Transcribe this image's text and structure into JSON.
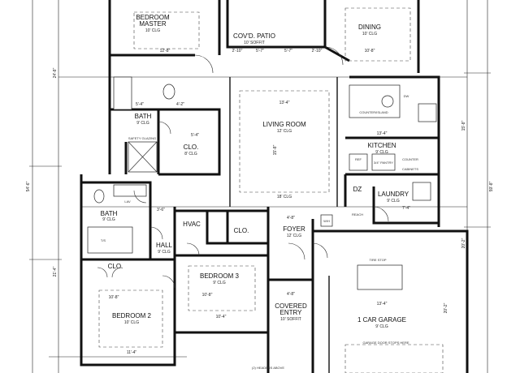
{
  "rooms": {
    "bedroom_master": {
      "name_line1": "BEDROOM",
      "name_line2": "MASTER",
      "ceiling": "10' CLG"
    },
    "covd_patio": {
      "name": "COV'D. PATIO",
      "ceiling": "10' SOFFIT"
    },
    "dining": {
      "name": "DINING",
      "ceiling": "10' CLG"
    },
    "bath_master": {
      "name": "BATH",
      "ceiling": "9' CLG"
    },
    "clo_master": {
      "name": "CLO.",
      "ceiling": "8' CLG"
    },
    "living_room": {
      "name": "LIVING ROOM",
      "ceiling": "12' CLG"
    },
    "kitchen": {
      "name": "KITCHEN",
      "ceiling": "9' CLG"
    },
    "dz": {
      "name": "DZ"
    },
    "laundry": {
      "name": "LAUNDRY",
      "ceiling": "9' CLG"
    },
    "bath2": {
      "name": "BATH",
      "ceiling": "9' CLG"
    },
    "hvac": {
      "name": "HVAC"
    },
    "clo_hall": {
      "name": "CLO."
    },
    "foyer": {
      "name": "FOYER",
      "ceiling": "12' CLG"
    },
    "hall": {
      "name": "HALL",
      "ceiling": "9' CLG"
    },
    "bedroom3": {
      "name": "BEDROOM 3",
      "ceiling": "9' CLG"
    },
    "clo_bed2": {
      "name": "CLO."
    },
    "bedroom2": {
      "name": "BEDROOM 2",
      "ceiling": "10' CLG"
    },
    "covered_entry": {
      "name_line1": "COVERED",
      "name_line2": "ENTRY",
      "ceiling": "10' SOFFIT"
    },
    "garage": {
      "name": "1 CAR GARAGE",
      "ceiling": "9' CLG"
    }
  },
  "notes": {
    "safety_glazing": "SAFETY GLAZING",
    "tire_stop": "TIRE STOP",
    "garage_door_stops": "GARAGE DOOR STOPS HERE",
    "ts": "T/S",
    "lav": "LAV",
    "ref": "REF",
    "pantry": "3/4\" PANTRY",
    "counter": "COUNTER",
    "cabinets": "CABINETS",
    "counter_island": "COUNTER/ISLAND",
    "reach": "REACH",
    "dw": "DW",
    "wh": "W/H",
    "ceil_note": "(2) HEADERS ABOVE"
  },
  "dimensions": {
    "left_overall": "54'-6\"",
    "right_overall": "59'-8\"",
    "left_top": "24'-8\"",
    "left_mid": "21'-4\"",
    "right_top": "15'-8\"",
    "right_bottom": "20'-2\"",
    "master_w": "12'-8\"",
    "dining_w": "10'-8\"",
    "patio_a": "2'-10\"",
    "patio_b": "5'-7\"",
    "patio_c": "5'-7\"",
    "patio_d": "2'-10\"",
    "living_w": "13'-4\"",
    "living_h": "15'-8\"",
    "living_clg": "18' CLG",
    "bath_w": "5'-4\"",
    "bath_x": "4'-2\"",
    "clo_w": "5'-4\"",
    "kitchen_w": "13'-4\"",
    "foyer_w": "4'-8\"",
    "hall_w": "3'-6\"",
    "bed3_w": "10'-8\"",
    "bed3_h": "10'-4\"",
    "bed2_w": "10'-8\"",
    "bed2_h": "11'-4\"",
    "garage_w": "13'-4\"",
    "garage_h": "20'-2\"",
    "entry_w": "4'-8\"",
    "laundry_w": "7'-4\""
  }
}
